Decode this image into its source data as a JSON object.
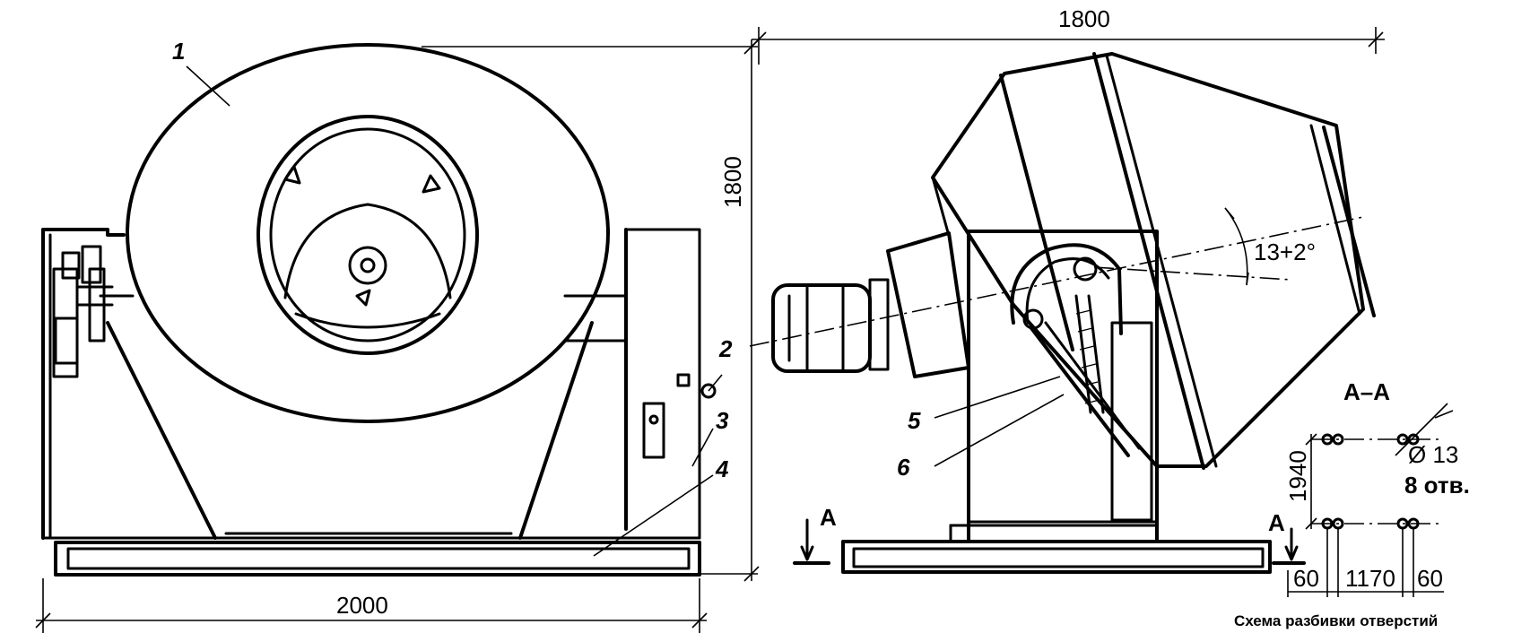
{
  "front_view": {
    "callouts": [
      "1",
      "2",
      "3",
      "4"
    ],
    "dim_width": "2000",
    "dim_height": "1800"
  },
  "side_view": {
    "callouts": [
      "5",
      "6"
    ],
    "dim_width": "1800",
    "tilt_angle": "13+2°",
    "section_marker": "A"
  },
  "hole_scheme": {
    "section_title": "А–А",
    "dim_vertical": "1940",
    "dim_edge_left": "60",
    "dim_spacing": "1170",
    "dim_edge_right": "60",
    "hole_diameter": "Ø 13",
    "hole_count": "8 отв.",
    "caption": "Схема разбивки отверстий"
  }
}
